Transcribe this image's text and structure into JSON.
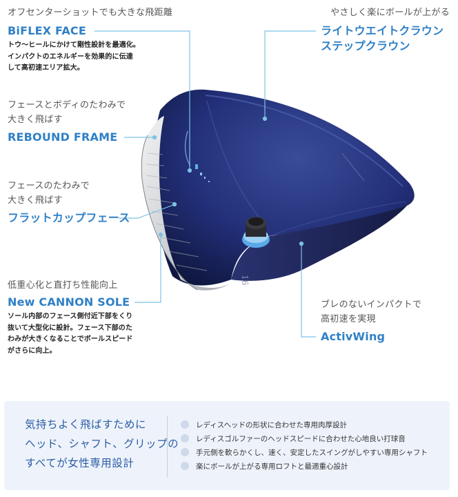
{
  "features": {
    "biflex": {
      "lead": "オフセンターショットでも大きな飛距離",
      "name": "BiFLEX FACE",
      "desc": [
        "トウ〜ヒールにかけて剛性設計を最適化。",
        "インパクトのエネルギーを効果的に伝達",
        "して高初速エリア拡大。"
      ]
    },
    "crown": {
      "lead": "やさしく楽にボールが上がる",
      "name": [
        "ライトウエイトクラウン",
        "ステップクラウン"
      ]
    },
    "rebound": {
      "lead": [
        "フェースとボディのたわみで",
        "大きく飛ばす"
      ],
      "name": "REBOUND FRAME"
    },
    "flatcup": {
      "lead": [
        "フェースのたわみで",
        "大きく飛ばす"
      ],
      "name": "フラットカップフェース"
    },
    "cannon": {
      "lead": "低重心化と直打ち性能向上",
      "name": "New CANNON SOLE",
      "desc": [
        "ソール内部のフェース側付近下部をくり",
        "抜いて大型化に設計。フェース下部のた",
        "わみが大きくなることでボールスピード",
        "がさらに向上。"
      ]
    },
    "activwing": {
      "lead": [
        "ブレのないインパクトで",
        "高初速を実現"
      ],
      "name": "ActivWing"
    }
  },
  "club": {
    "loft_marking": "16"
  },
  "summary": {
    "title_lines": [
      "気持ちよく飛ばすために",
      "ヘッド、シャフト、グリップの",
      "すべてが女性専用設計"
    ],
    "bullets": [
      "レディスヘッドの形状に合わせた専用肉厚設計",
      "レディスゴルファーのヘッドスピードに合わせた心地良い打球音",
      "手元側を軟らかくし、速く、安定したスイングがしやすい専用シャフト",
      "楽にボールが上がる専用ロフトと最適重心設計"
    ]
  },
  "colors": {
    "accent": "#2f80c6",
    "crown": "#1f2d6e",
    "callout_line": "#7ec1e6",
    "panel": "#eef3fb",
    "panel_title": "#2c5ca5"
  }
}
